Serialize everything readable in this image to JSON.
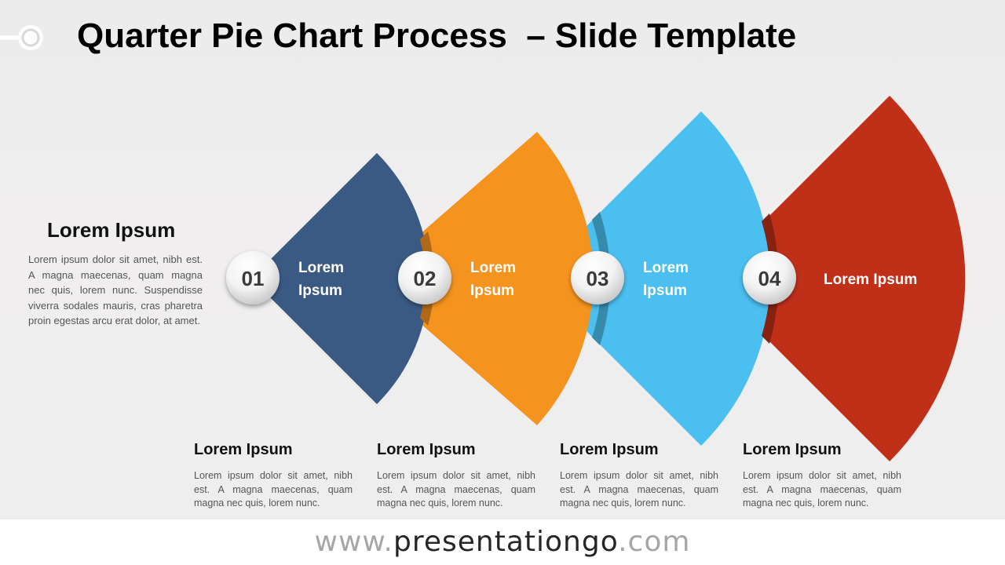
{
  "title": "Quarter Pie Chart Process  – Slide Template",
  "colors": {
    "step1": "#3a5a83",
    "step2": "#f5931f",
    "step3": "#4bbfef",
    "step4": "#c03019"
  },
  "intro": {
    "heading": "Lorem Ipsum",
    "text": "Lorem ipsum dolor sit amet, nibh est. A magna maecenas, quam magna nec quis, lorem nunc. Suspendisse viverra sodales mauris, cras pharetra proin egestas arcu erat dolor, at amet."
  },
  "steps": [
    {
      "number": "01",
      "label_line1": "Lorem",
      "label_line2": "Ipsum",
      "heading": "Lorem Ipsum",
      "text": "Lorem ipsum dolor sit amet, nibh est. A magna maecenas, quam magna nec quis, lorem nunc."
    },
    {
      "number": "02",
      "label_line1": "Lorem",
      "label_line2": "Ipsum",
      "heading": "Lorem Ipsum",
      "text": "Lorem ipsum dolor sit amet, nibh est. A magna maecenas, quam magna nec quis, lorem nunc."
    },
    {
      "number": "03",
      "label_line1": "Lorem",
      "label_line2": "Ipsum",
      "heading": "Lorem Ipsum",
      "text": "Lorem ipsum dolor sit amet, nibh est. A magna maecenas, quam magna nec quis, lorem nunc."
    },
    {
      "number": "04",
      "label": "Lorem Ipsum",
      "heading": "Lorem Ipsum",
      "text": "Lorem ipsum dolor sit amet, nibh est. A magna maecenas, quam magna nec quis, lorem nunc."
    }
  ],
  "footer": {
    "prefix": "www.",
    "brand": "presentationgo",
    "suffix": ".com"
  }
}
